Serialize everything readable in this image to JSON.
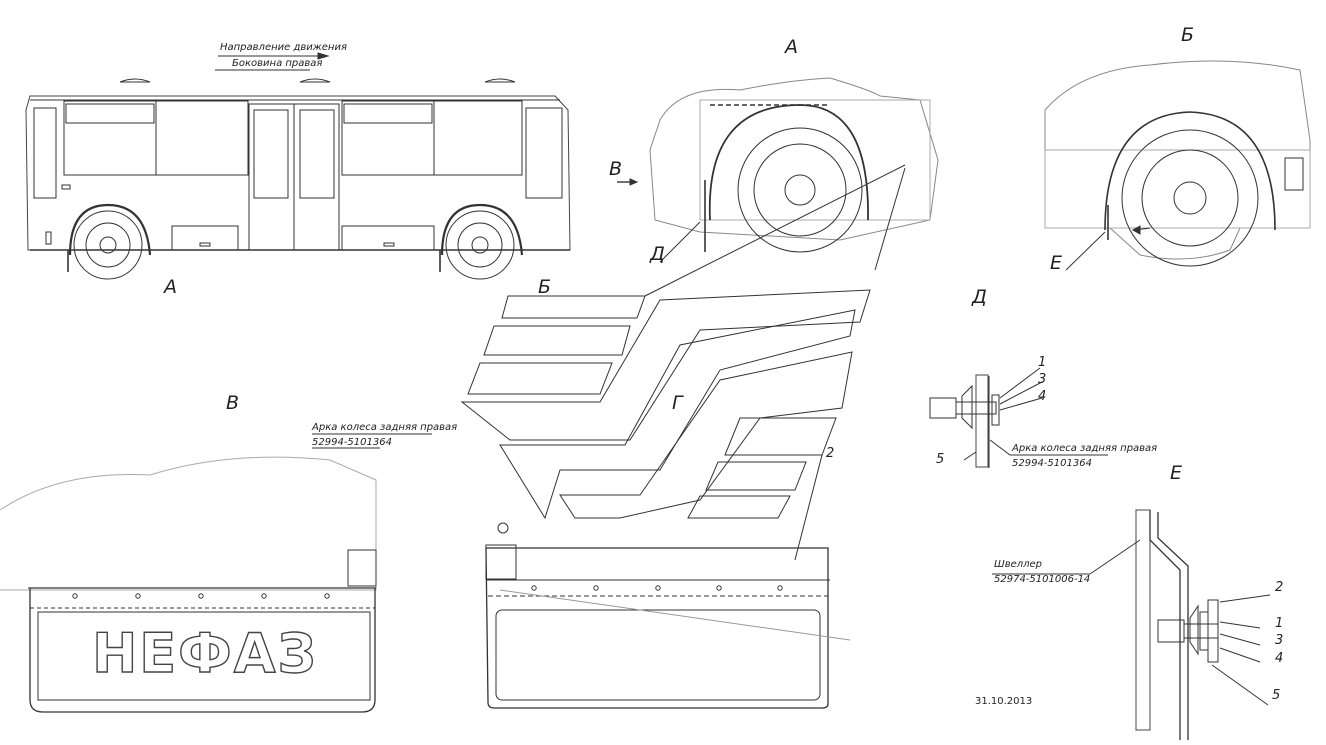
{
  "header": {
    "direction": "Направление движения",
    "side": "Боковина правая"
  },
  "views": {
    "A_top": "А",
    "B_top": "Б",
    "A_bus": "А",
    "V_arrow": "В",
    "D_mark": "Д",
    "E_mark": "Е",
    "B_mid": "Б",
    "G_mid": "Г",
    "V_view": "В",
    "D_view": "Д",
    "E_view": "Е"
  },
  "callouts": {
    "arch_left": "Арка колеса задняя правая",
    "arch_left_code": "52994-5101364",
    "arch_right": "Арка колеса задняя правая",
    "arch_right_code": "52994-5101364",
    "channel": "Швеллер",
    "channel_code": "52974-5101006-14"
  },
  "numbers": {
    "n2_mid": "2",
    "d1": "1",
    "d3": "3",
    "d4": "4",
    "d5": "5",
    "e2": "2",
    "e1": "1",
    "e3": "3",
    "e4": "4",
    "e5": "5"
  },
  "logo": "НЕФАЗ",
  "date": "31.10.2013"
}
